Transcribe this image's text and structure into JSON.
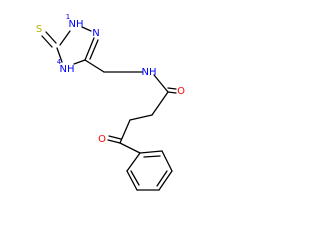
{
  "molecule": {
    "bond_color": "#000000",
    "atoms": {
      "S": {
        "text": "S",
        "color": "#b2b200"
      },
      "NH1": {
        "text": "NH",
        "color": "#0000ff",
        "sub": "1"
      },
      "N2": {
        "text": "N",
        "color": "#0000ff"
      },
      "NH4": {
        "text": "NH",
        "color": "#0000ff",
        "sub": "4"
      },
      "NHamide": {
        "text": "NH",
        "color": "#0000ff"
      },
      "O1": {
        "text": "O",
        "color": "#ff0000"
      },
      "O2": {
        "text": "O",
        "color": "#ff0000"
      }
    }
  }
}
